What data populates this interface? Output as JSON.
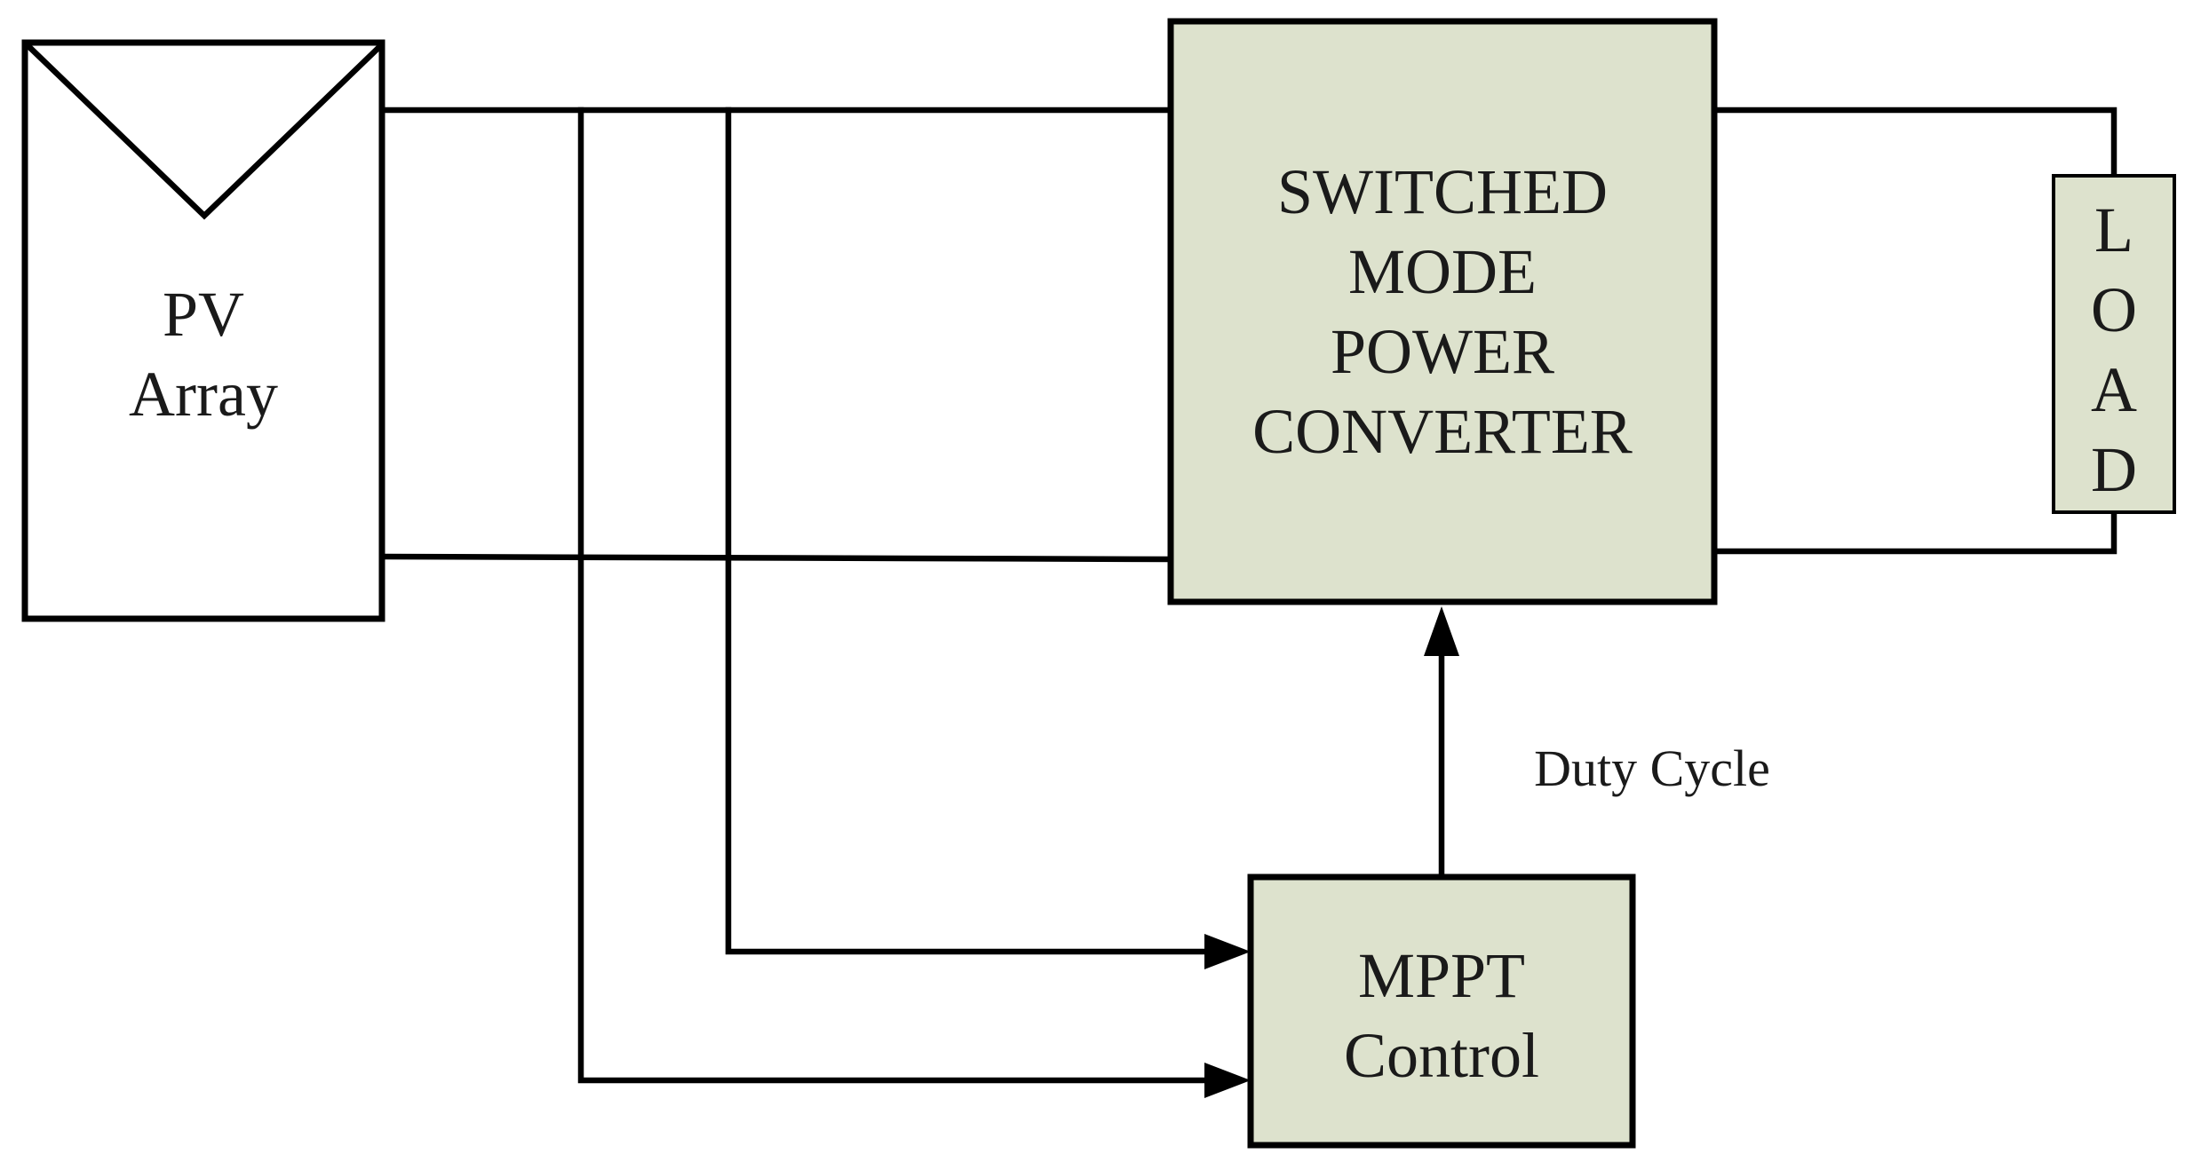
{
  "pv_array": {
    "line1": "PV",
    "line2": "Array"
  },
  "converter": {
    "line1": "SWITCHED",
    "line2": "MODE",
    "line3": "POWER",
    "line4": "CONVERTER"
  },
  "load": {
    "letters": [
      "L",
      "O",
      "A",
      "D"
    ]
  },
  "mppt": {
    "line1": "MPPT",
    "line2": "Control"
  },
  "signal": {
    "duty_cycle_label": "Duty Cycle"
  },
  "colors": {
    "block_fill": "#dde2cd",
    "line": "#000000",
    "background": "#ffffff"
  }
}
